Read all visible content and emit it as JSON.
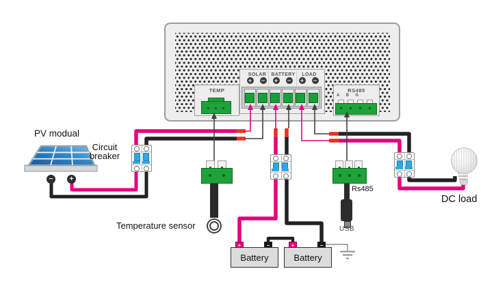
{
  "signs": {
    "plus": "+",
    "minus": "−"
  },
  "controller": {
    "temp_label": "TEMP",
    "groups": [
      "SOLAR",
      "BATTERY",
      "LOAD"
    ],
    "rs485_label": "RS485",
    "rs485_pins": [
      "A",
      "B",
      "G"
    ]
  },
  "labels": {
    "pv_module": "PV modual",
    "circuit_breaker": "Circuit breaker",
    "temperature_sensor": "Temperature sensor",
    "battery_left": "Battery",
    "battery_right": "Battery",
    "rs485_cable": "Rs485",
    "usb": "USB",
    "dc_load": "DC load"
  },
  "colors": {
    "positive_wire": "#e6007e",
    "negative_wire": "#222222",
    "ferrule_red": "#e63323",
    "terminal_green": "#17a038",
    "breaker_lever_blue": "#2fa8e0",
    "pv_panel_blue": "#2f87c8",
    "controller_body": "#eeeeee"
  }
}
